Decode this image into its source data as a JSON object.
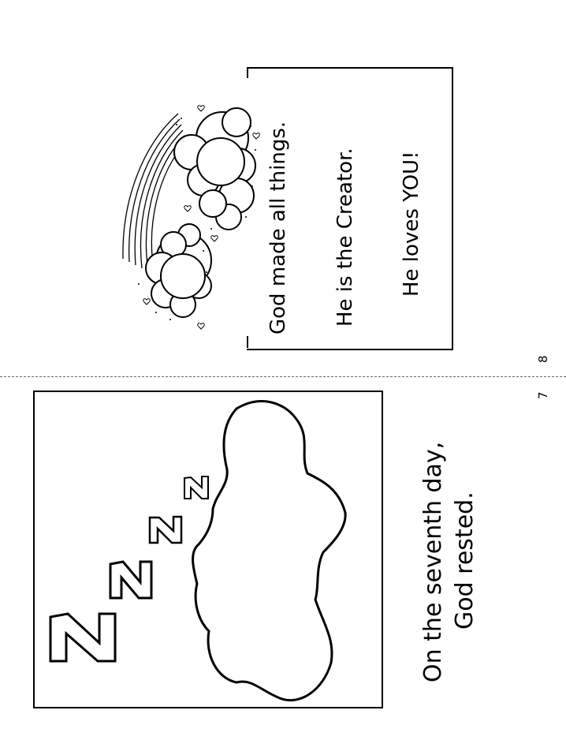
{
  "page8": {
    "lines": [
      "God made all things.",
      "He is the Creator.",
      "He loves YOU!"
    ],
    "page_number": "8",
    "illustration_icon": "rainbow-with-clouds-and-hearts"
  },
  "page7": {
    "lines": [
      "On the seventh day,",
      "God rested."
    ],
    "page_number": "7",
    "illustration_icon": "sleeping-cloud-with-zzz",
    "zzz_letters": [
      "Z",
      "Z",
      "Z",
      "Z"
    ]
  }
}
